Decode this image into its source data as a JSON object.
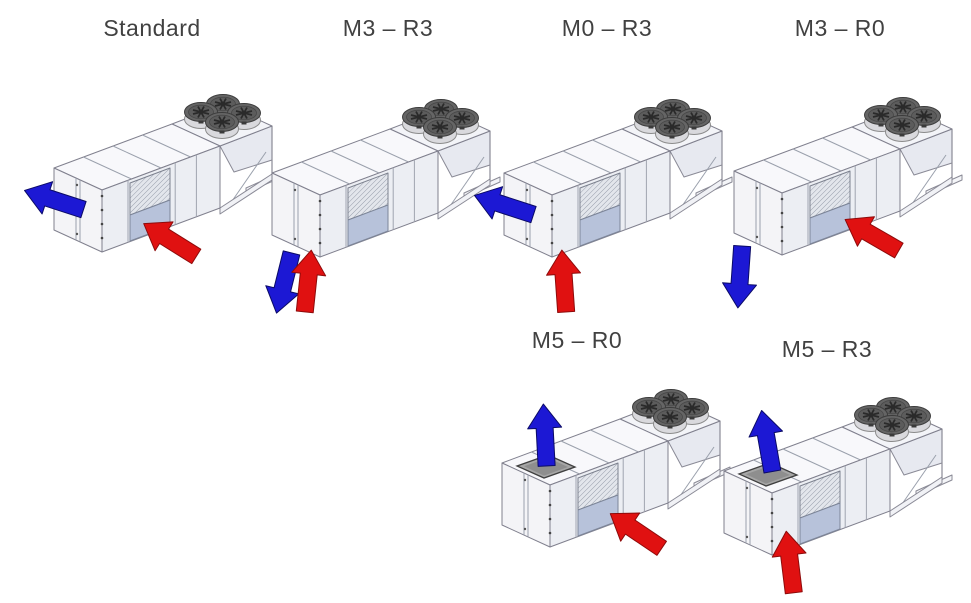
{
  "figure": {
    "type": "configuration-diagram",
    "subject": "Rooftop packaged unit airflow configuration options"
  },
  "colors": {
    "background": "#ffffff",
    "label_text": "#414141",
    "supply_air_arrow_blue": "#1c18d4",
    "return_air_arrow_red": "#e01111",
    "coil_panel_blue": "#b7c2da",
    "fan_top_gray": "#656565",
    "roof_opening_gray": "#a6a6a6"
  },
  "units": [
    {
      "id": "standard",
      "label": "Standard",
      "row": 1,
      "roof_opening": false,
      "arrows": [
        {
          "name": "supply-air-arrow",
          "color": "blue",
          "direction": "out of left end, horizontal"
        },
        {
          "name": "return-air-arrow",
          "color": "red",
          "direction": "into lower front side, angled up-left"
        }
      ]
    },
    {
      "id": "m3-r3",
      "label": "M3 – R3",
      "row": 1,
      "roof_opening": false,
      "arrows": [
        {
          "name": "supply-air-arrow",
          "color": "blue",
          "direction": "downward below left end"
        },
        {
          "name": "return-air-arrow",
          "color": "red",
          "direction": "upward below left end"
        }
      ]
    },
    {
      "id": "m0-r3",
      "label": "M0 – R3",
      "row": 1,
      "roof_opening": false,
      "arrows": [
        {
          "name": "supply-air-arrow",
          "color": "blue",
          "direction": "out of left end, horizontal"
        },
        {
          "name": "return-air-arrow",
          "color": "red",
          "direction": "upward below front"
        }
      ]
    },
    {
      "id": "m3-r0",
      "label": "M3 – R0",
      "row": 1,
      "roof_opening": false,
      "arrows": [
        {
          "name": "supply-air-arrow",
          "color": "blue",
          "direction": "downward below left end"
        },
        {
          "name": "return-air-arrow",
          "color": "red",
          "direction": "into lower front side, angled up-left"
        }
      ]
    },
    {
      "id": "m5-r0",
      "label": "M5 – R0",
      "row": 2,
      "roof_opening": true,
      "arrows": [
        {
          "name": "supply-air-arrow",
          "color": "blue",
          "direction": "upward out of roof opening"
        },
        {
          "name": "return-air-arrow",
          "color": "red",
          "direction": "into lower front side, angled up-left"
        }
      ]
    },
    {
      "id": "m5-r3",
      "label": "M5 – R3",
      "row": 2,
      "roof_opening": true,
      "arrows": [
        {
          "name": "supply-air-arrow",
          "color": "blue",
          "direction": "upward out of roof opening"
        },
        {
          "name": "return-air-arrow",
          "color": "red",
          "direction": "upward below front"
        }
      ]
    }
  ]
}
